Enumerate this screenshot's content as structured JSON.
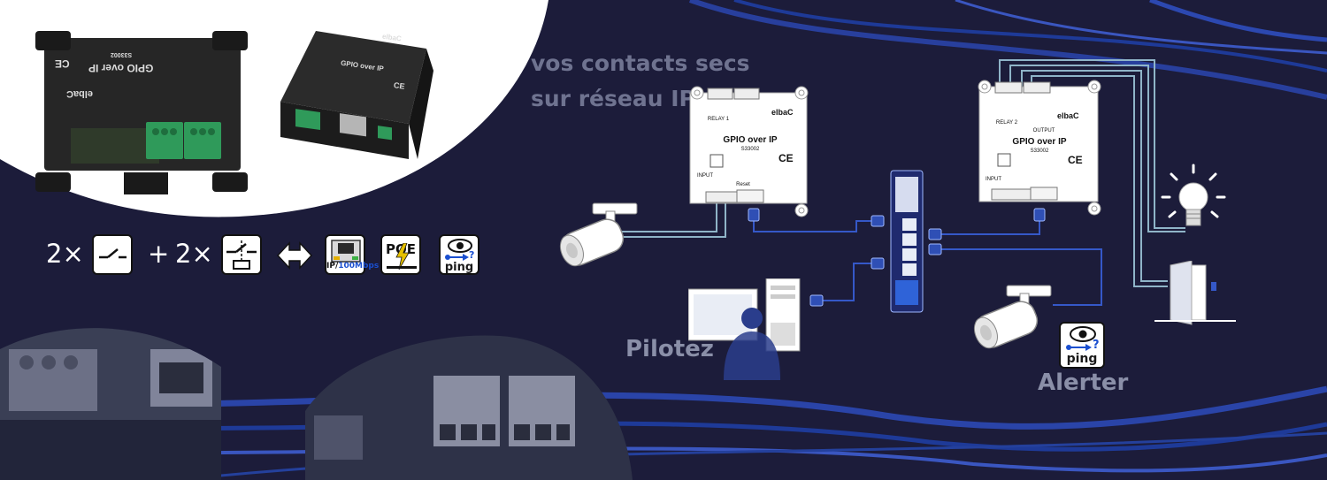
{
  "tagline": {
    "line1": "vos contacts secs",
    "line2": "sur réseau IP"
  },
  "captions": {
    "pilotez": "Pilotez",
    "alerter": "Alerter"
  },
  "features": {
    "dry_contact_count": "2×",
    "plus": "+",
    "relay_count": "2×",
    "network_label_ip": "IP/",
    "network_label_speed": "100Mbps",
    "poe_label": "POE",
    "ping_label": "ping",
    "ping_question": "?"
  },
  "device": {
    "title": "GPIO over IP",
    "model_left": "S33002",
    "model_right": "S33002",
    "brand": "elbaC",
    "ce_mark": "CE",
    "input_label": "INPUT",
    "relay_label_1": "RELAY 1",
    "relay_label_2": "RELAY 2",
    "output_label": "OUTPUT",
    "reset_label": "Reset"
  },
  "alert_ping_label": "ping",
  "alert_ping_question": "?",
  "colors": {
    "background": "#1c1c3a",
    "wire": "#2f4fb5",
    "wire_light": "#8fb4c8",
    "accent_blue": "#1a4fd0",
    "white": "#ffffff"
  }
}
